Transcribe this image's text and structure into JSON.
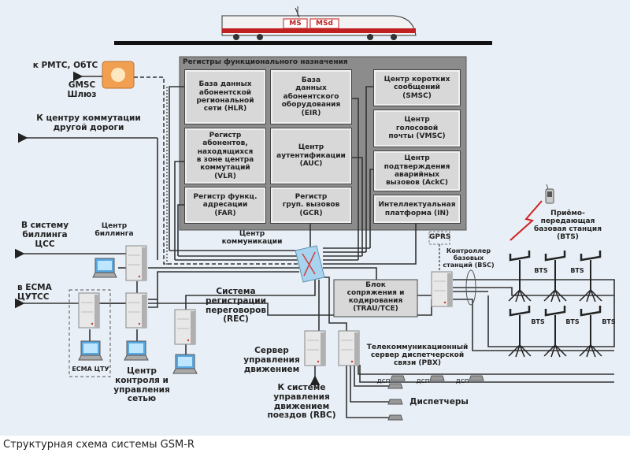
{
  "train": {
    "ms": "MS",
    "msd": "MSd"
  },
  "registers": {
    "title": "Регистры функционального назначения",
    "hlr": "База данных\nабонентской\nрегиональной\nсети (HLR)",
    "eir": "База\nданных\nабонентского\nоборудования\n(EIR)",
    "vlr": "Регистр\nабонентов,\nнаходящихся\nв зоне центра\nкоммутаций\n(VLR)",
    "auc": "Центр\nаутентификации\n(AUC)",
    "far": "Регистр функц.\nадресации\n(FAR)",
    "gcr": "Регистр\nгруп. вызовов\n(GCR)",
    "smsc": "Центр коротких\nсообщений\n(SMSC)",
    "vmsc": "Центр\nголосовой\nпочты (VMSC)",
    "ackc": "Центр\nподтверждения\nаварийных\nвызовов (AckC)",
    "in": "Интеллектуальная\nплатформа (IN)"
  },
  "labels": {
    "pmtc": "к РМТС, ОбТС",
    "gmsc": "GMSC\nШлюз",
    "other_road": "К центру коммутации\nдругой дороги",
    "billing_system": "В систему\nбиллинга\nЦСС",
    "billing_center": "Центр\nбиллинга",
    "esma_cutss": "в ЕСМА\nЦУТСС",
    "esma_ctu": "ЕСМА ЦТУ",
    "network_control": "Центр\nконтроля и\nуправления\nсетью",
    "comm_center": "Центр\nкоммуникации",
    "rec": "Система\nрегистрации\nпереговоров\n(REC)",
    "trau": "Блок\nсопряжения и\nкодирования\n(TRAU/TCE)",
    "gprs": "GPRS",
    "bsc": "Контроллер\nбазовых\nстанций (BSC)",
    "bts_full": "Приёмо-\nпередающая\nбазовая станция\n(BTS)",
    "bts": "BTS",
    "traffic_server": "Сервер\nуправления\nдвижением",
    "rbc": "К системе\nуправления\nдвижением\nпоездов (RBC)",
    "pbx": "Телекоммуникационный\nсервер диспетчерской\nсвязи (PBX)",
    "dsp": "дсп",
    "dispatchers": "Диспетчеры"
  },
  "caption": "Структурная схема системы GSM-R",
  "colors": {
    "background": "#e9eff6",
    "register_frame": "#8c8c8c",
    "box": "#d8d8d8",
    "gmsc": "#f0a050",
    "radio": "#d02020",
    "switch": "#a8d4f0"
  }
}
